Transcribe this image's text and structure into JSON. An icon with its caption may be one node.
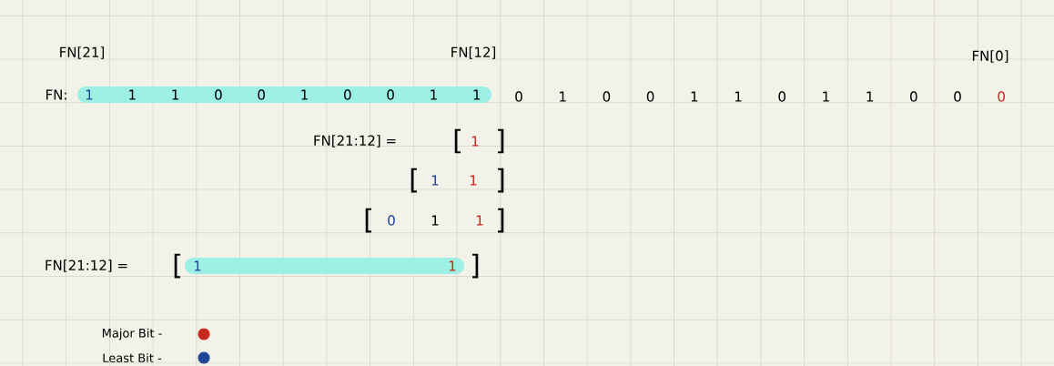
{
  "diagram": {
    "nodes": [
      {
        "text": [
          "1",
          "1",
          "1",
          "0",
          "0",
          "1",
          "0",
          "0",
          "1",
          "1"
        ]
      },
      {
        "text": [
          "1",
          "1"
        ]
      }
    ],
    "labels": [
      "FN[21]",
      "FN[12]",
      "FN[0]",
      "FN:",
      "0",
      "1",
      "0",
      "0",
      "1",
      "1",
      "0",
      "1",
      "1",
      "0",
      "0",
      "0",
      "FN[21:12] =",
      "[",
      "1",
      "]",
      "[",
      "1",
      "1",
      "]",
      "[",
      "0",
      "1",
      "1",
      "]",
      "FN[21:12] =",
      "[",
      "]"
    ],
    "legend": [
      {
        "text": "Major Bit -",
        "color": "#c8281e"
      },
      {
        "text": "Least Bit -",
        "color": "#1e4696"
      }
    ]
  }
}
